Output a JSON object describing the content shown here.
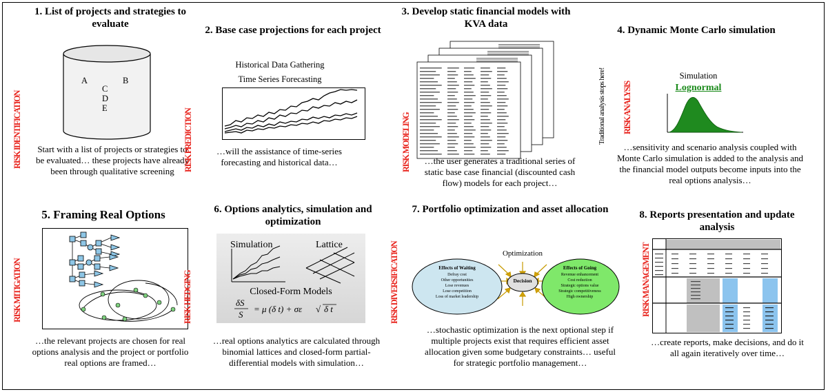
{
  "panels": [
    {
      "number": "1.",
      "title": "List of projects and strategies to evaluate",
      "risk": "RISK IDENTIFICATION",
      "letters": [
        "A",
        "B",
        "C",
        "D",
        "E"
      ],
      "desc": "Start with a list of projects or strategies to be evaluated… these projects have already been through qualitative screening"
    },
    {
      "number": "2.",
      "title": "Base case projections for each project",
      "risk": "RISK PREDICTION",
      "labels": [
        "Historical Data Gathering",
        "Time Series Forecasting"
      ],
      "desc": "…will the assistance of time-series forecasting and historical data…"
    },
    {
      "number": "3.",
      "title": "Develop static financial models with KVA data",
      "risk": "RISK MODELING",
      "side_note": "Traditional analysis stops here!",
      "desc": "…the user generates a traditional series of static base case financial (discounted cash flow) models for each project…"
    },
    {
      "number": "4.",
      "title": "Dynamic Monte Carlo simulation",
      "risk": "RISK ANALYSIS",
      "labels": [
        "Simulation",
        "Lognormal"
      ],
      "desc": "…sensitivity and scenario analysis coupled with Monte Carlo simulation is added to the analysis and the financial model outputs become inputs into the real options analysis…"
    },
    {
      "number": "5.",
      "title": "Framing Real Options",
      "risk": "RISK MITIGATION",
      "desc": "…the relevant projects are chosen for real options analysis and the project or portfolio real options are framed…"
    },
    {
      "number": "6.",
      "title": "Options analytics, simulation and optimization",
      "risk": "RISK HEDGING",
      "labels": [
        "Simulation",
        "Lattice",
        "Closed-Form Models"
      ],
      "desc": "…real options analytics are calculated through binomial lattices and closed-form partial-differential models with simulation…"
    },
    {
      "number": "7.",
      "title": "Portfolio optimization and asset allocation",
      "risk": "RISK DIVERSIFICATION",
      "labels": [
        "Optimization",
        "Decision",
        "Effects of Waiting",
        "Effects of Going"
      ],
      "waiting_items": [
        "Defray cost",
        "Other opportunities",
        "Lose revenues",
        "Lose competition",
        "Loss of market leadership"
      ],
      "going_items": [
        "Revenue enhancement",
        "Cost reduction",
        "Strategic options value",
        "Strategic competitiveness",
        "High ownership"
      ],
      "desc": "…stochastic optimization is the next optional step if multiple projects exist that requires efficient asset allocation given some budgetary constraints… useful for strategic portfolio management…"
    },
    {
      "number": "8.",
      "title": "Reports presentation and update analysis",
      "risk": "RISK MANAGEMENT",
      "desc": "…create reports, make decisions, and do it all again iteratively over time…"
    }
  ],
  "colors": {
    "risk": "#e8231c",
    "lognormal": "#1a8a1a",
    "waiting": "#cde6f0",
    "going": "#7fe86a",
    "arrows": "#d4a20a",
    "report_blue": "#8cc4ee",
    "report_gray": "#c0c0c0"
  }
}
